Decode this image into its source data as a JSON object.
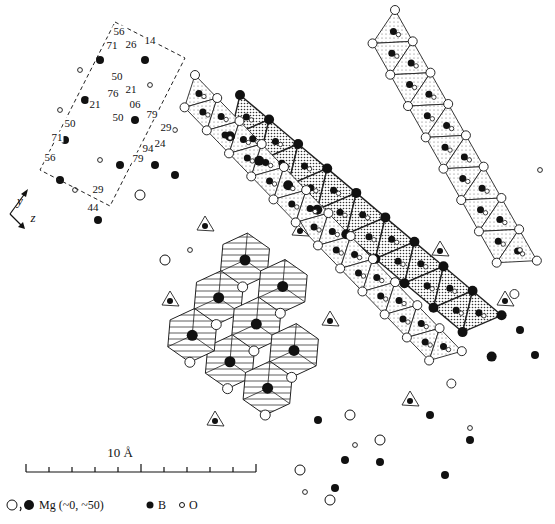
{
  "diagram": {
    "labels": [
      "56",
      "71",
      "26",
      "14",
      "50",
      "76",
      "21",
      "06",
      "21",
      "79",
      "50",
      "24",
      "29",
      "94",
      "50",
      "71",
      "79",
      "56",
      "29",
      "44",
      "y",
      "z",
      "10 Å"
    ],
    "legend": [
      {
        "text": "Mg (~0, ~50)"
      },
      {
        "text": "B"
      },
      {
        "text": "O"
      }
    ]
  }
}
